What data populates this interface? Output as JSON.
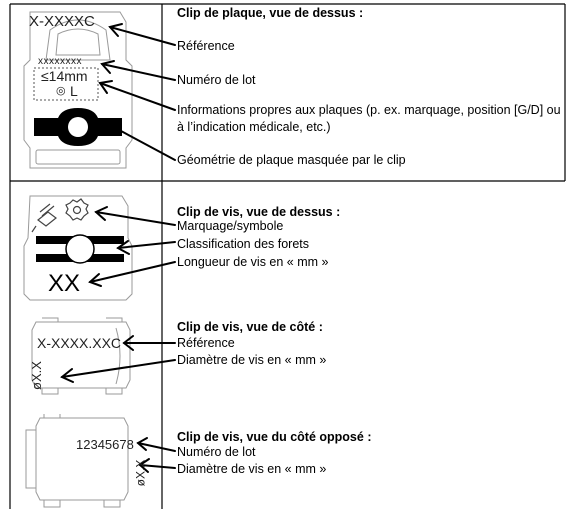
{
  "plate_clip": {
    "title": "Clip de plaque, vue de dessus :",
    "labels": [
      "Référence",
      "Numéro de lot",
      "Informations propres aux plaques (p. ex. marquage, position [G/D] ou à l’indication médicale, etc.)",
      "Géométrie de plaque masquée par le clip"
    ],
    "illustration": {
      "reference": "X-XXXXC",
      "lot": "xxxxxxxx",
      "size": "≤14mm",
      "side": "L",
      "side_icon": "circle-symbol-icon"
    }
  },
  "screw_top": {
    "title": "Clip de vis, vue de dessus :",
    "labels": [
      "Marquage/symbole",
      "Classification des forets",
      "Longueur de vis en « mm »"
    ],
    "illustration": {
      "length": "XX",
      "symbols": [
        "screw-icon",
        "gear-icon"
      ]
    }
  },
  "screw_side": {
    "title": "Clip de vis, vue de côté :",
    "labels": [
      "Référence",
      "Diamètre de vis en « mm »"
    ],
    "illustration": {
      "reference": "X-XXXX.XXC",
      "diameter": "øX.X"
    }
  },
  "screw_opposite": {
    "title": "Clip de vis, vue du côté opposé :",
    "labels": [
      "Numéro de lot",
      "Diamètre de vis en « mm »"
    ],
    "illustration": {
      "lot": "12345678",
      "diameter": "øX.X"
    }
  }
}
